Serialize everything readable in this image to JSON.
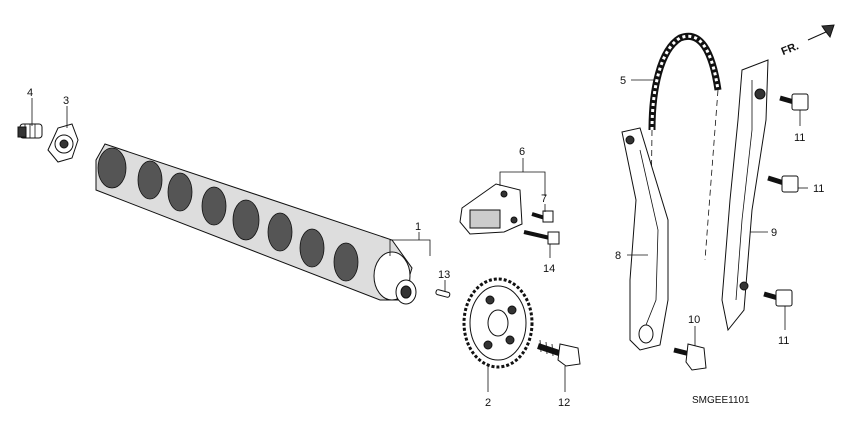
{
  "direction_label": "FR.",
  "diagram_code": "SMGEE1101",
  "callouts": [
    "1",
    "2",
    "3",
    "4",
    "5",
    "6",
    "7",
    "8",
    "9",
    "10",
    "11",
    "11",
    "11",
    "12",
    "13",
    "14"
  ],
  "icons": [
    "front-arrow-icon"
  ]
}
